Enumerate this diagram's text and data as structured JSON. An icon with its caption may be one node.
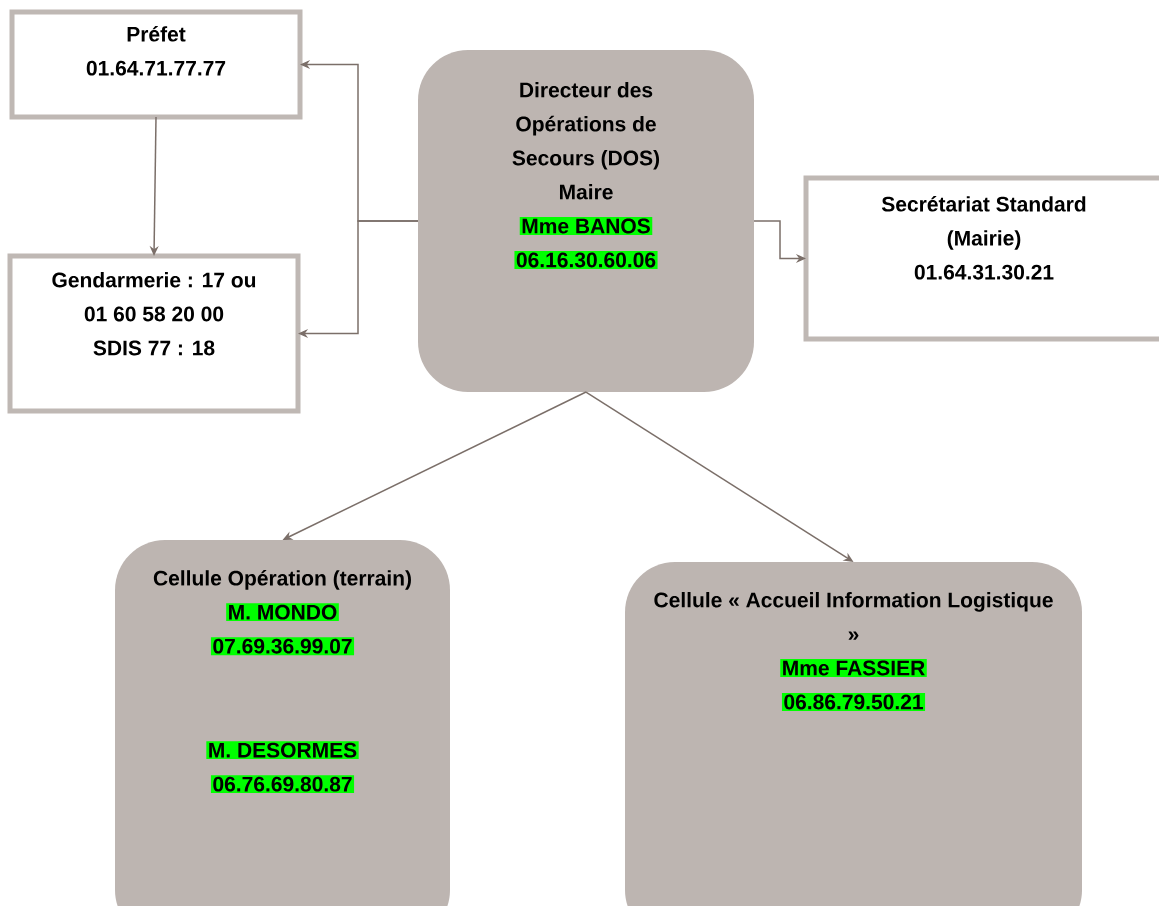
{
  "diagram": {
    "nodes": [
      {
        "text": [
          "Préfet",
          "01.64.71.77.77"
        ]
      },
      {
        "text": [
          "Directeur des Opérations de Secours (DOS) Maire",
          "Mme BANOS",
          "06.16.30.60.06"
        ]
      },
      {
        "text": [
          "Secrétariat Standard (Mairie)",
          "01.64.31.30.21"
        ]
      },
      {
        "text": [
          "Gendarmerie : 17 ou 01 60 58 20 00",
          "SDIS 77 : 18"
        ]
      },
      {
        "text": [
          "Cellule Opération (terrain)",
          "M. MONDO",
          "07.69.36.99.07",
          "M. DESORMES",
          "06.76.69.80.87"
        ]
      },
      {
        "text": [
          "Cellule « Accueil Information Logistique »",
          "Mme FASSIER",
          "06.86.79.50.21"
        ]
      }
    ],
    "edges": [
      {
        "from": 0,
        "to": 3,
        "arrow": "to"
      },
      {
        "from": 1,
        "to": 0,
        "arrow": "to"
      },
      {
        "from": 1,
        "to": 3,
        "arrow": "to"
      },
      {
        "from": 1,
        "to": 2,
        "arrow": "to"
      },
      {
        "from": 1,
        "to": 4,
        "arrow": "to"
      },
      {
        "from": 1,
        "to": 5,
        "arrow": "to"
      }
    ]
  }
}
